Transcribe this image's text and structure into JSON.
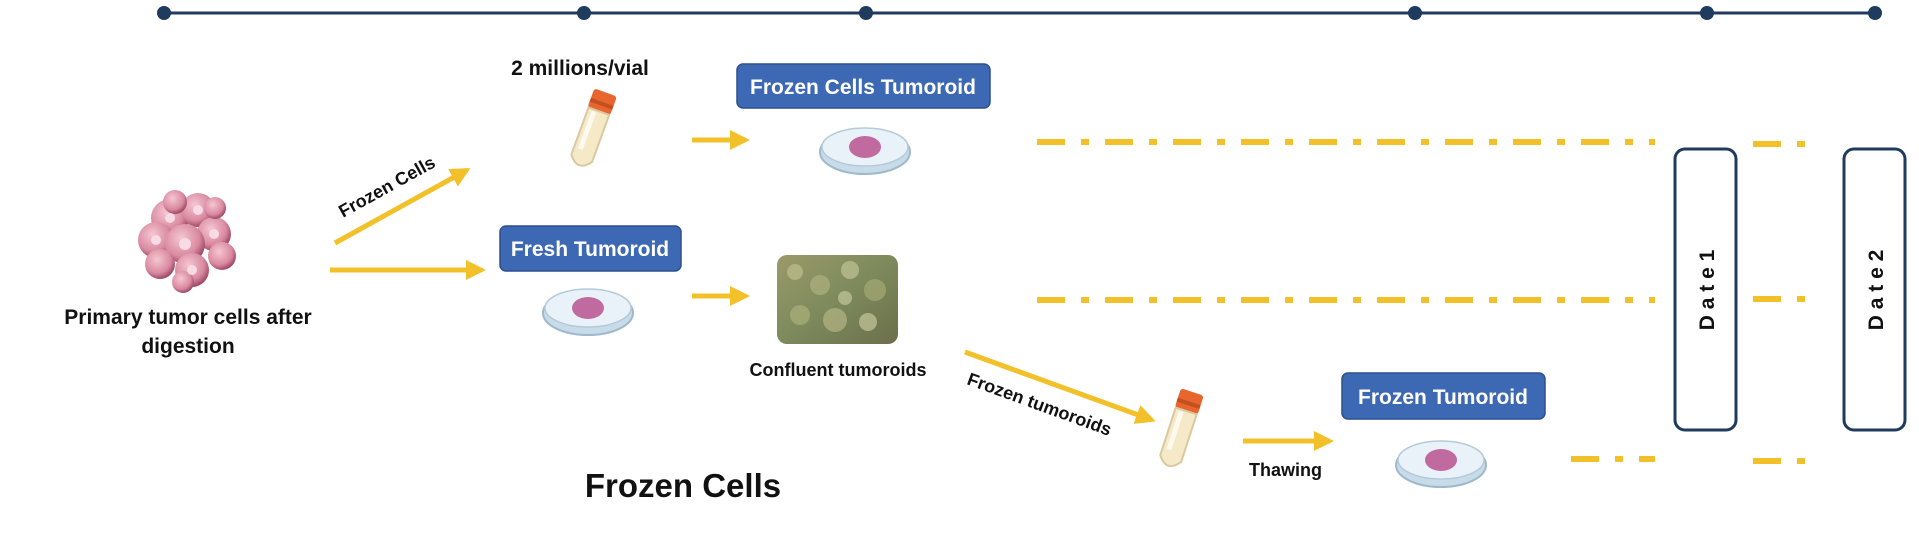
{
  "labels": {
    "primary_cells": [
      "Primary tumor cells after",
      "digestion"
    ],
    "vial_count": "2 millions/vial",
    "frozen_cells_arrow": "Frozen Cells",
    "fresh_tumoroid": "Fresh Tumoroid",
    "frozen_cells_tumoroid": "Frozen Cells Tumoroid",
    "confluent": "Confluent tumoroids",
    "frozen_tumoroids_arrow": "Frozen tumoroids",
    "thawing": "Thawing",
    "frozen_tumoroid": "Frozen Tumoroid",
    "date1": "D a t e  1",
    "date2": "D a t e  2",
    "legend": "Frozen Cells"
  },
  "colors": {
    "timeline": "#1f3b5e",
    "box_fill": "#3d68b4",
    "box_stroke": "#2c4f8f",
    "arrow": "#f2c029",
    "dash": "#f2c029",
    "dish_fill": "#dcebf5",
    "dish_spot": "#c06aa0",
    "tube_cap": "#e8662e",
    "tube_body": "#f5e9c8",
    "tumor_cell": "#d98aa0"
  }
}
